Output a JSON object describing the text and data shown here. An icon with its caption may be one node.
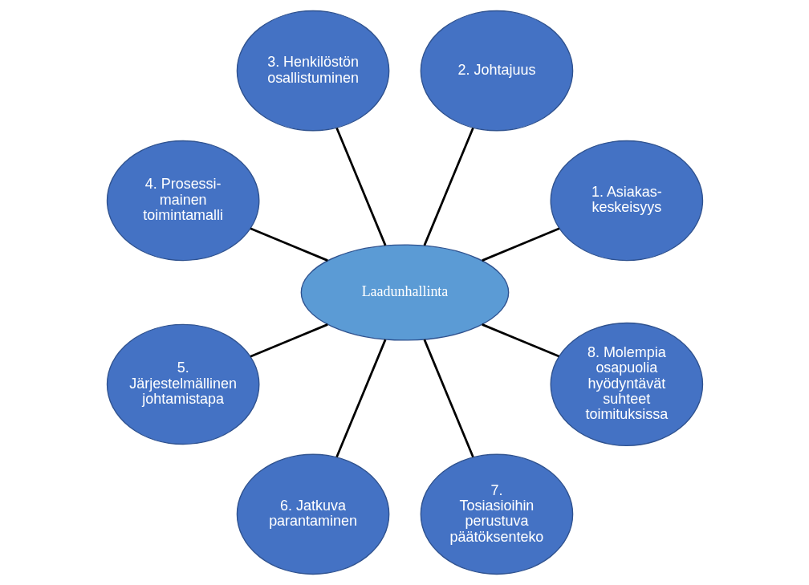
{
  "diagram": {
    "nodes": [
      {
        "text": [
          "Laadunhallinta"
        ]
      },
      {
        "text": [
          "1. Asiakas- keskeisyys"
        ]
      },
      {
        "text": [
          "2. Johtajuus"
        ]
      },
      {
        "text": [
          "3. Henkilöstön osallistuminen"
        ]
      },
      {
        "text": [
          "4. Prosessi- mainen toimintamalli"
        ]
      },
      {
        "text": [
          "5. Järjestelmällinen johtamistapa"
        ]
      },
      {
        "text": [
          "6. Jatkuva parantaminen"
        ]
      },
      {
        "text": [
          "7. Tosiasioihin perustuva päätöksenteko"
        ]
      },
      {
        "text": [
          "8. Molempia osapuolia hyödyntävät suhteet toimituksissa"
        ]
      }
    ],
    "edges": [
      {
        "from": 0,
        "to": 1,
        "arrow": "none"
      },
      {
        "from": 0,
        "to": 2,
        "arrow": "none"
      },
      {
        "from": 0,
        "to": 3,
        "arrow": "none"
      },
      {
        "from": 0,
        "to": 4,
        "arrow": "none"
      },
      {
        "from": 0,
        "to": 5,
        "arrow": "none"
      },
      {
        "from": 0,
        "to": 6,
        "arrow": "none"
      },
      {
        "from": 0,
        "to": 7,
        "arrow": "none"
      },
      {
        "from": 0,
        "to": 8,
        "arrow": "none"
      }
    ]
  }
}
